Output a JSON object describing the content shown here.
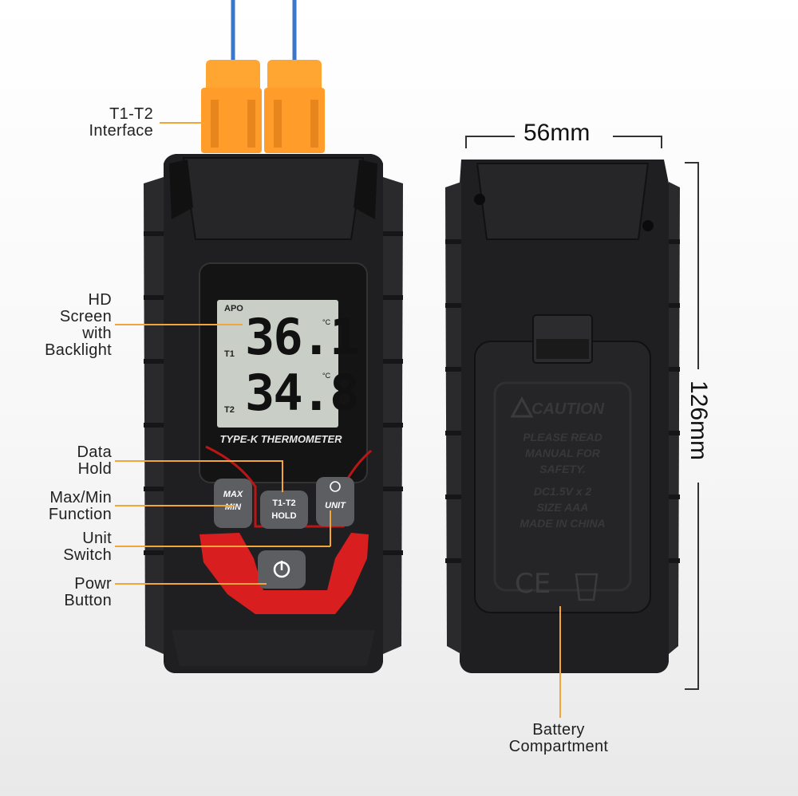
{
  "callouts": {
    "interface": [
      "T1-T2",
      "Interface"
    ],
    "screen": [
      "HD",
      "Screen",
      "with",
      "Backlight"
    ],
    "hold": [
      "Data",
      "Hold"
    ],
    "maxmin": [
      "Max/Min",
      "Function"
    ],
    "unit": [
      "Unit",
      "Switch"
    ],
    "power": [
      "Powr",
      "Button"
    ],
    "battery": [
      "Battery",
      "Compartment"
    ]
  },
  "dimensions": {
    "width": "56mm",
    "height": "126mm"
  },
  "lcd": {
    "apo": "APO",
    "t1_label": "T1",
    "t2_label": "T2",
    "t1_value": "36.1",
    "t2_value": "34.8",
    "unit": "°C"
  },
  "device": {
    "model_label": "TYPE-K THERMOMETER",
    "btn_maxmin": [
      "MAX",
      "MIN"
    ],
    "btn_hold": [
      "T1-T2",
      "HOLD"
    ],
    "btn_unit": "UNIT"
  },
  "back_label": {
    "caution": "CAUTION",
    "lines": [
      "PLEASE READ",
      "MANUAL FOR",
      "SAFETY.",
      "DC1.5V x 2",
      "SIZE AAA",
      "MADE IN CHINA"
    ],
    "ce": "CE"
  },
  "colors": {
    "accent_line": "#f3a53a",
    "device_body": "#1f1f21",
    "red_trim": "#d81e1e",
    "connector": "#ff9c2a",
    "lcd": "#c9cfc6"
  }
}
